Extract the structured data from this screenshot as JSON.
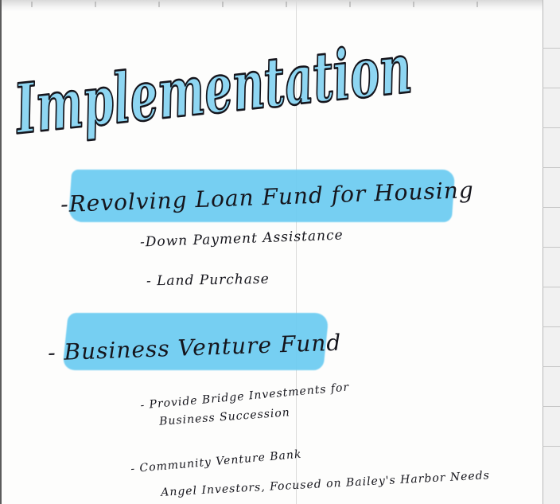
{
  "title": "Implementation",
  "sections": [
    {
      "heading": "-Revolving Loan Fund for Housing",
      "items": [
        "-Down Payment Assistance",
        "- Land Purchase"
      ]
    },
    {
      "heading": "- Business Venture Fund",
      "items": [
        "- Provide Bridge Investments for",
        "Business Succession"
      ]
    }
  ],
  "notes": [
    "- Community Venture Bank",
    "Angel Investors, Focused on Bailey's Harbor Needs"
  ],
  "colors": {
    "highlight": "#6fcdf2",
    "ink": "#15151c",
    "title_fill": "#8ed6f2"
  }
}
